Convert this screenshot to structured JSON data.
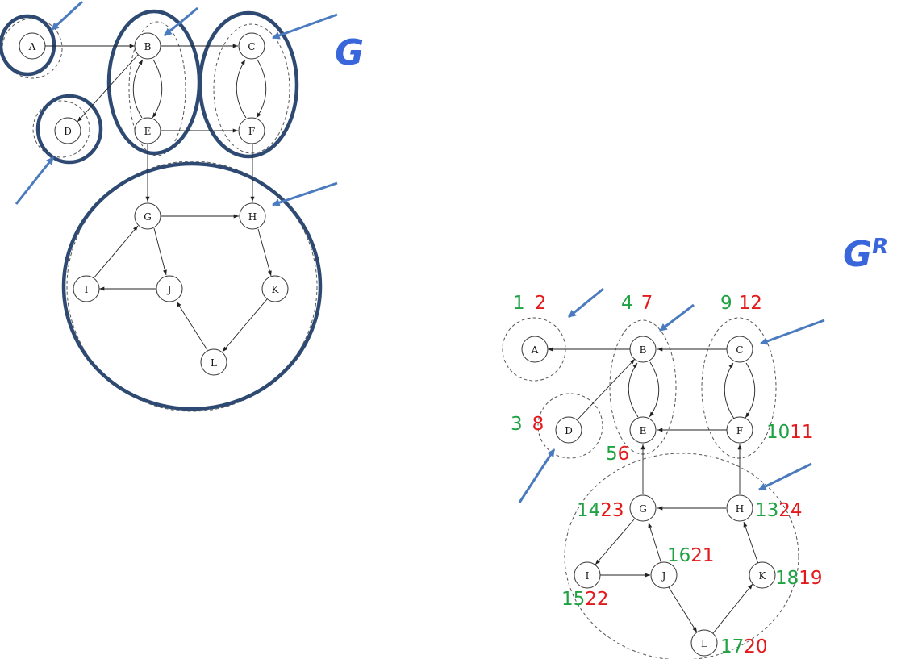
{
  "colors": {
    "pre_number": "#1fa244",
    "post_number": "#e31a1c",
    "highlight_circle": "#2e4a72",
    "pointer_arrow": "#4a7bbf",
    "graph_label": "#3a66dc"
  },
  "labels": {
    "graph_g": "G",
    "graph_gr_base": "G",
    "graph_gr_super": "R"
  },
  "nodes": {
    "A": "A",
    "B": "B",
    "C": "C",
    "D": "D",
    "E": "E",
    "F": "F",
    "G": "G",
    "H": "H",
    "I": "I",
    "J": "J",
    "K": "K",
    "L": "L"
  },
  "dfs_numbers": {
    "A": {
      "pre": "1",
      "post": "2"
    },
    "B": {
      "pre": "4",
      "post": "7"
    },
    "C": {
      "pre": "9",
      "post": "12"
    },
    "D": {
      "pre": "3",
      "post": "8"
    },
    "E": {
      "pre": "5",
      "post": "6"
    },
    "F": {
      "pre": "10",
      "post": "11"
    },
    "G": {
      "pre": "14",
      "post": "23"
    },
    "H": {
      "pre": "13",
      "post": "24"
    },
    "I": {
      "pre": "15",
      "post": "22"
    },
    "J": {
      "pre": "16",
      "post": "21"
    },
    "K": {
      "pre": "18",
      "post": "19"
    },
    "L": {
      "pre": "17",
      "post": "20"
    }
  }
}
